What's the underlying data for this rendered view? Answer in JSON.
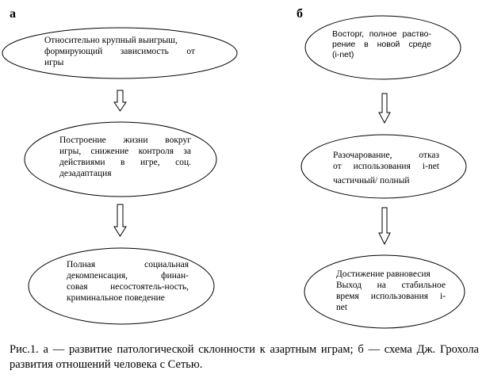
{
  "panels": {
    "a": {
      "label": "а",
      "nodes": [
        {
          "lines": [
            "Относительно крупный выигрыш,",
            "формирующий зависимость от",
            "игры"
          ]
        },
        {
          "lines": [
            "Построение жизни вокруг",
            "игры, снижение контроля за",
            "действиями в игре, соц.",
            "дезадаптация"
          ]
        },
        {
          "lines": [
            "Полная социальная",
            "декомпенсация, финан-",
            "совая несостоятель-ность,",
            "криминальное поведение"
          ]
        }
      ]
    },
    "b": {
      "label": "б",
      "nodes": [
        {
          "lines": [
            "Восторг, полное раство-",
            "рение в новой среде",
            "(i-net)"
          ]
        },
        {
          "lines": [
            "Разочарование, отказ",
            "от использования i-net",
            "частичный/ полный"
          ]
        },
        {
          "lines": [
            "Достижение равновесия",
            "Выход на стабильное",
            "время использования i-",
            "net"
          ]
        }
      ]
    }
  },
  "caption": "Рис.1. а — развитие патологической склонности к азартным играм; б — схема Дж. Грохола развития отношений человека с Сетью."
}
